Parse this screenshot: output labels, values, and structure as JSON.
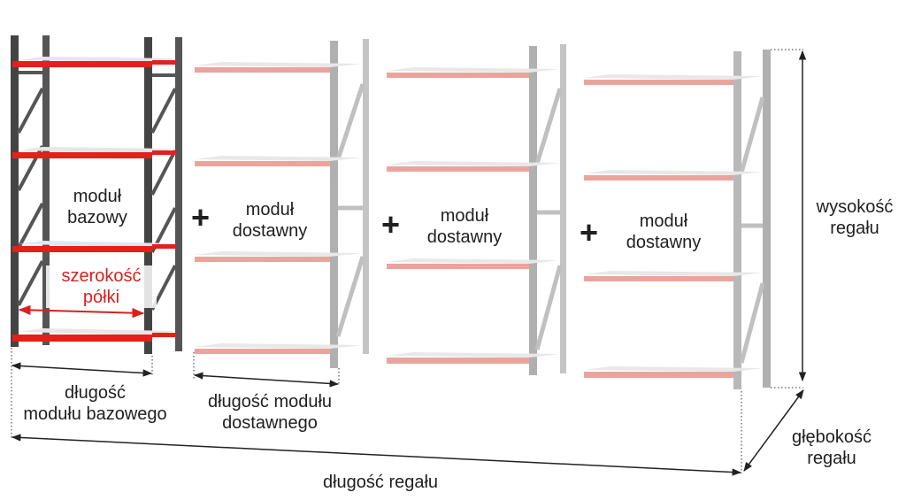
{
  "colors": {
    "base_frame": "#4a4a4a",
    "base_beam": "#e3201b",
    "addon_frame": "#b4b4b4",
    "addon_beam": "#e9a59d",
    "shelf_board": "#e6e6e6",
    "dimension_line": "#222222",
    "highlight_text": "#d92020"
  },
  "modules": {
    "base": {
      "line1": "moduł",
      "line2": "bazowy"
    },
    "addon1": {
      "line1": "moduł",
      "line2": "dostawny"
    },
    "addon2": {
      "line1": "moduł",
      "line2": "dostawny"
    },
    "addon3": {
      "line1": "moduł",
      "line2": "dostawny"
    }
  },
  "plus_sign": "+",
  "labels": {
    "shelf_width": {
      "line1": "szerokość",
      "line2": "półki"
    },
    "base_length": {
      "line1": "długość",
      "line2": "modułu bazowego"
    },
    "addon_length": {
      "line1": "długość modułu",
      "line2": "dostawnego"
    },
    "rack_length": "długość regału",
    "rack_height": {
      "line1": "wysokość",
      "line2": "regału"
    },
    "rack_depth": {
      "line1": "głębokość",
      "line2": "regału"
    }
  }
}
